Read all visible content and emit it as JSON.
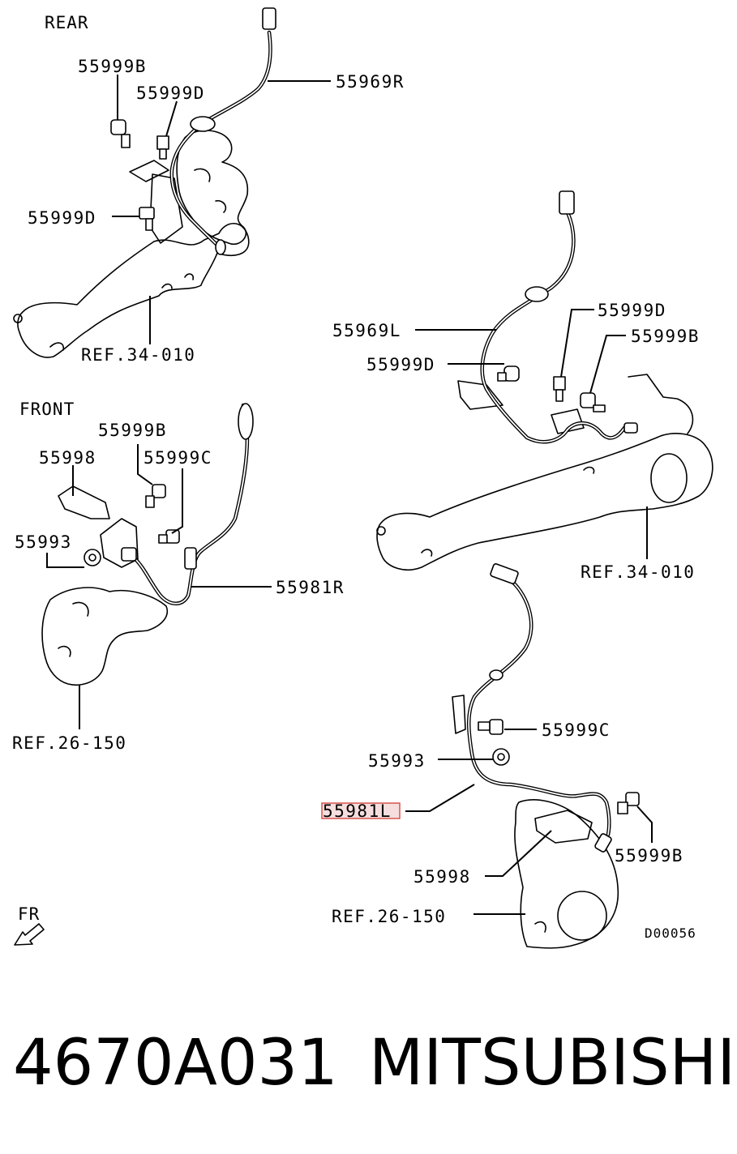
{
  "sections": {
    "rear": "REAR",
    "front": "FRONT",
    "fr_arrow": "FR"
  },
  "callouts": {
    "rear_top_55999b": "55999B",
    "rear_top_55999d_a": "55999D",
    "rear_top_55969r": "55969R",
    "rear_top_55999d_b": "55999D",
    "rear_top_ref": "REF.34-010",
    "rear_right_55999d_a": "55999D",
    "rear_right_55999b": "55999B",
    "rear_right_55969l": "55969L",
    "rear_right_55999d_b": "55999D",
    "rear_right_ref": "REF.34-010",
    "front_left_55999b": "55999B",
    "front_left_55998": "55998",
    "front_left_55999c": "55999C",
    "front_left_55993": "55993",
    "front_left_55981r": "55981R",
    "front_left_ref": "REF.26-150",
    "front_right_55999c": "55999C",
    "front_right_55993": "55993",
    "front_right_55981l": "55981L",
    "front_right_55999b": "55999B",
    "front_right_55998": "55998",
    "front_right_ref": "REF.26-150"
  },
  "drawing_code": "D00056",
  "footer": {
    "part_number": "4670A031",
    "brand": "MITSUBISHI"
  },
  "highlight": {
    "color": "#d9534f",
    "fill": "#f6dede"
  }
}
